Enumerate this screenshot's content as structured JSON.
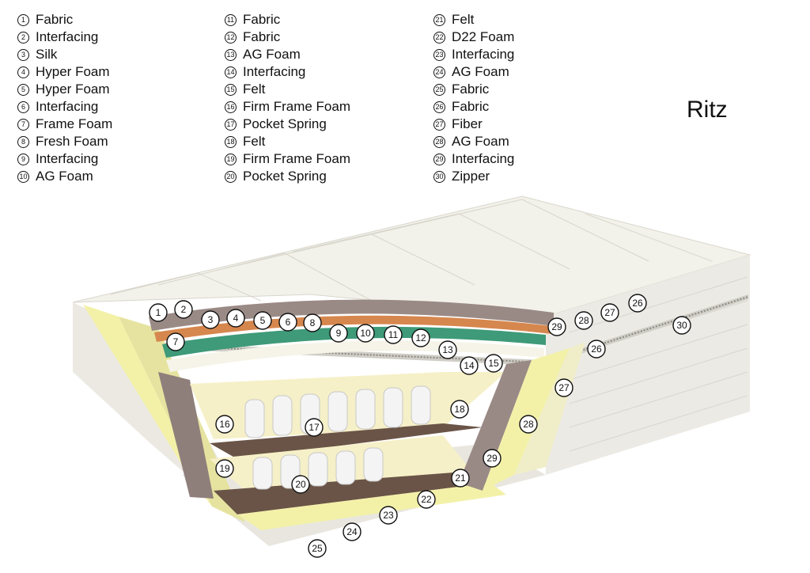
{
  "model_name": "Ritz",
  "legend": {
    "col1": [
      {
        "num": "1",
        "label": "Fabric"
      },
      {
        "num": "2",
        "label": "Interfacing"
      },
      {
        "num": "3",
        "label": "Silk"
      },
      {
        "num": "4",
        "label": "Hyper Foam"
      },
      {
        "num": "5",
        "label": "Hyper Foam"
      },
      {
        "num": "6",
        "label": "Interfacing"
      },
      {
        "num": "7",
        "label": "Frame Foam"
      },
      {
        "num": "8",
        "label": "Fresh Foam"
      },
      {
        "num": "9",
        "label": "Interfacing"
      },
      {
        "num": "10",
        "label": "AG Foam"
      }
    ],
    "col2": [
      {
        "num": "11",
        "label": "Fabric"
      },
      {
        "num": "12",
        "label": "Fabric"
      },
      {
        "num": "13",
        "label": "AG Foam"
      },
      {
        "num": "14",
        "label": "Interfacing"
      },
      {
        "num": "15",
        "label": "Felt"
      },
      {
        "num": "16",
        "label": "Firm Frame Foam"
      },
      {
        "num": "17",
        "label": "Pocket Spring"
      },
      {
        "num": "18",
        "label": "Felt"
      },
      {
        "num": "19",
        "label": "Firm Frame Foam"
      },
      {
        "num": "20",
        "label": "Pocket Spring"
      }
    ],
    "col3": [
      {
        "num": "21",
        "label": "Felt"
      },
      {
        "num": "22",
        "label": "D22 Foam"
      },
      {
        "num": "23",
        "label": "Interfacing"
      },
      {
        "num": "24",
        "label": "AG Foam"
      },
      {
        "num": "25",
        "label": "Fabric"
      },
      {
        "num": "26",
        "label": "Fabric"
      },
      {
        "num": "27",
        "label": "Fiber"
      },
      {
        "num": "28",
        "label": "AG Foam"
      },
      {
        "num": "29",
        "label": "Interfacing"
      },
      {
        "num": "30",
        "label": "Zipper"
      }
    ]
  },
  "callouts": [
    "1",
    "2",
    "3",
    "4",
    "5",
    "6",
    "7",
    "8",
    "9",
    "10",
    "11",
    "12",
    "13",
    "14",
    "15",
    "16",
    "17",
    "18",
    "19",
    "20",
    "21",
    "22",
    "23",
    "24",
    "25",
    "26",
    "26",
    "27",
    "27",
    "28",
    "28",
    "29",
    "29",
    "30"
  ],
  "colors": {
    "fabric": "#f1f0e8",
    "frame_yellow": "#f3f1a8",
    "brown_layer": "#9a8a86",
    "orange_layer": "#d6874e",
    "green_layer": "#3e9a78",
    "dark_board": "#6a5447",
    "spring": "#f4f4f4"
  }
}
